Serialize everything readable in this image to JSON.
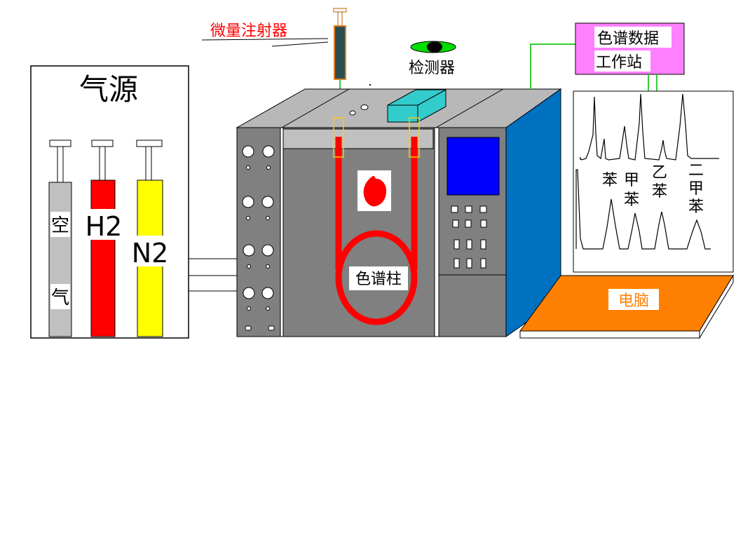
{
  "labels": {
    "gas_source_title": "气源",
    "cylinder_air_top": "空",
    "cylinder_air_bottom": "气",
    "cylinder_h2": "H2",
    "cylinder_n2": "N2",
    "syringe": "微量注射器",
    "detector": "检测器",
    "column": "色谱柱",
    "workstation_line1": "色谱数据",
    "workstation_line2": "工作站",
    "computer": "电脑"
  },
  "peaks": {
    "benzene": "苯",
    "toluene_1": "甲",
    "toluene_2": "苯",
    "ethylbenzene_1": "乙",
    "ethylbenzene_2": "苯",
    "xylene_1": "二",
    "xylene_2": "甲",
    "xylene_3": "苯"
  },
  "colors": {
    "air": "#c0c0c0",
    "h2": "#ff0000",
    "n2": "#ffff00",
    "column": "#ff0000",
    "workstation": "#ff80ff",
    "computer": "#ff8000",
    "instrument": "#808080",
    "side_panel": "#0070c0",
    "detector_box": "#33cccc",
    "screen": "#0000ff",
    "wire": "#33cc33",
    "syringe_label": "#ff0000"
  },
  "icons": {
    "detector": "eye-icon",
    "oven": "flame-icon"
  }
}
